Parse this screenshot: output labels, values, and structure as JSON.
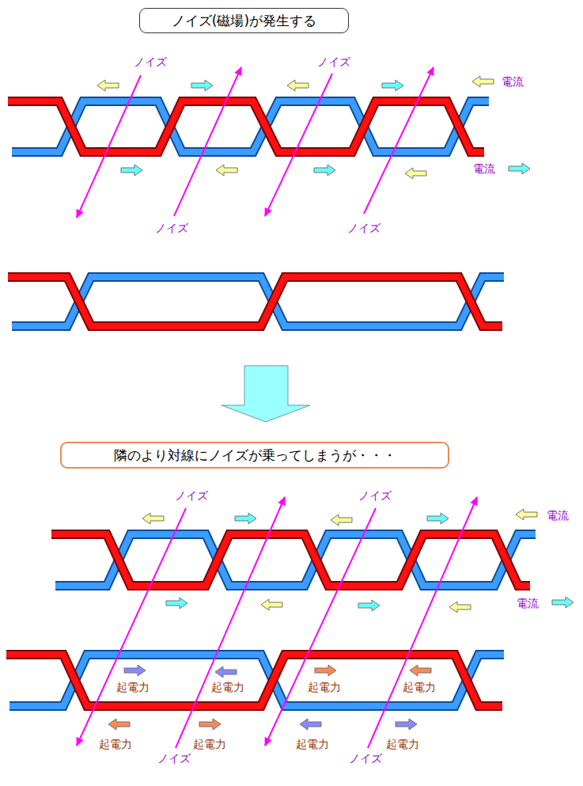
{
  "diagram": {
    "nodes": [
      {
        "text": [
          "ノイズ(磁場)が発生する"
        ]
      },
      {
        "text": [
          "隣のより対線にノイズが乗ってしまうが・・・"
        ]
      }
    ],
    "labels": [
      "ノイズ",
      "ノイズ",
      "ノイズ",
      "ノイズ",
      "電流",
      "電流",
      "ノイズ",
      "ノイズ",
      "ノイズ",
      "ノイズ",
      "電流",
      "電流",
      "起電力",
      "起電力",
      "起電力",
      "起電力",
      "起電力",
      "起電力",
      "起電力",
      "起電力"
    ]
  }
}
